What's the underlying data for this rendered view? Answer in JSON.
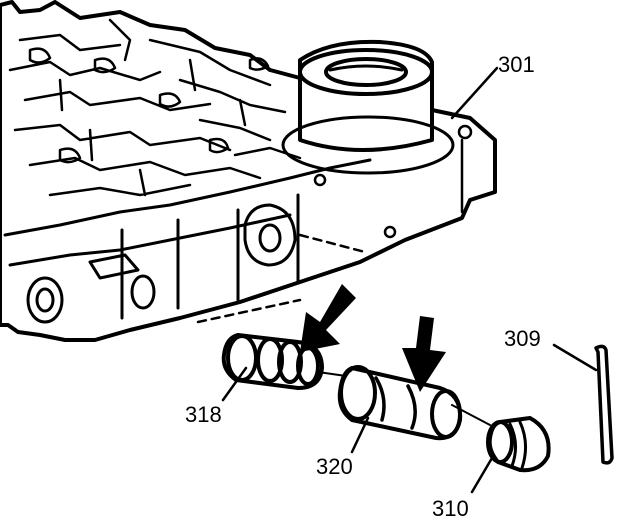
{
  "callouts": {
    "housing": "301",
    "pin": "309",
    "valve_left": "318",
    "valve_middle": "320",
    "plug": "310"
  },
  "colors": {
    "ink": "#000000",
    "paper": "#ffffff"
  },
  "icons": [
    "arrow-down-left-icon",
    "arrow-down-icon"
  ]
}
